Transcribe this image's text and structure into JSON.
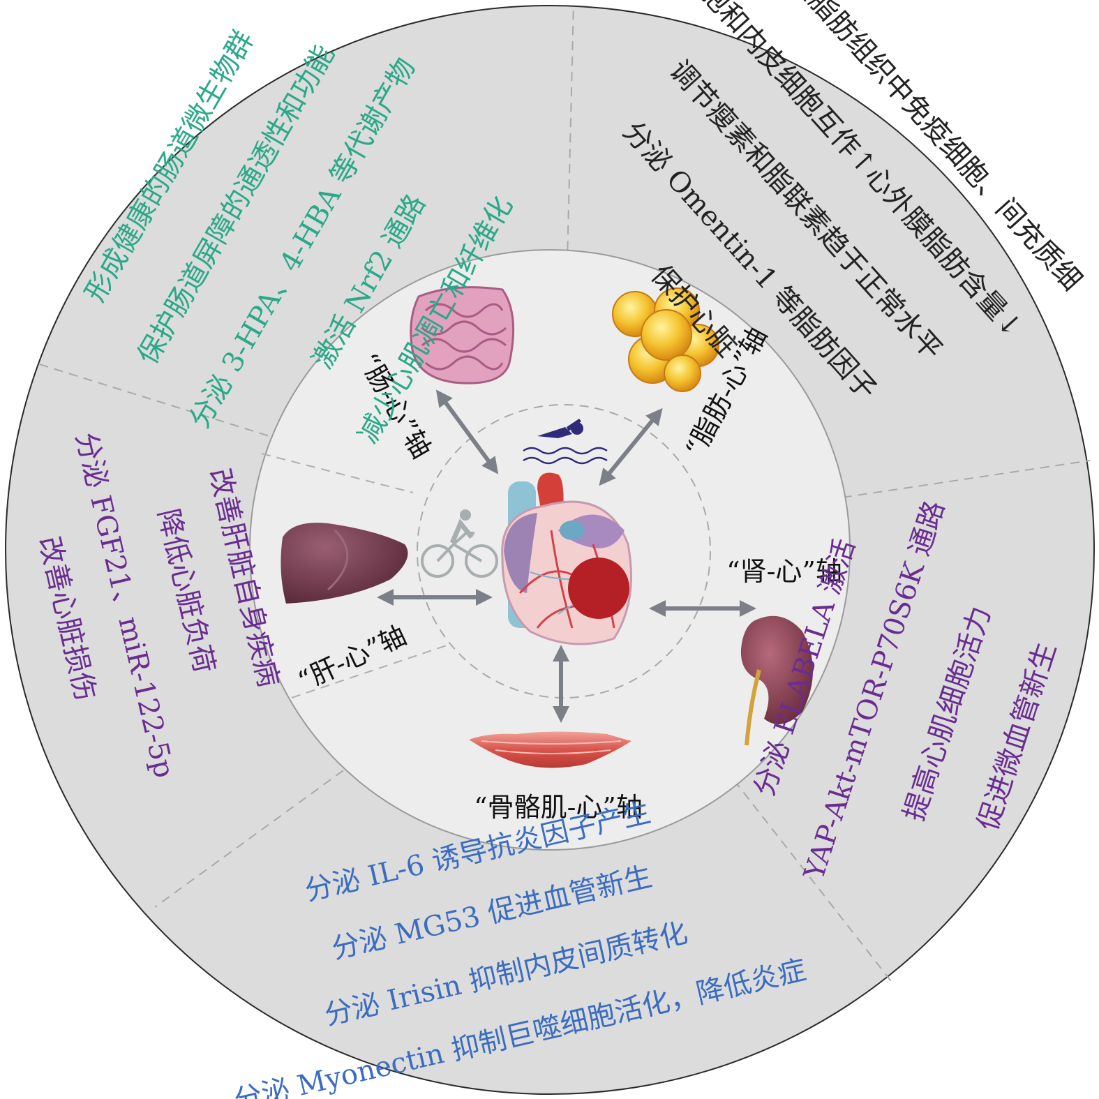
{
  "center": {
    "heart_icon": "heart-icon",
    "swimming_icon": "swimmer-icon",
    "cycling_icon": "cyclist-icon"
  },
  "axes": {
    "gut": "“肠-心”轴",
    "fat": "“脂肪-心”轴",
    "kidney": "“肾-心”轴",
    "muscle": "“骨骼肌-心”轴",
    "liver": "“肝-心”轴"
  },
  "sections": {
    "gut": {
      "color": "#2aa889",
      "lines": [
        "形成健康的肠道微生物群",
        "保护肠道屏障的通透性和功能",
        "分泌 3-HPA、4-HBA 等代谢产物",
        "激活 Nrf2 通路",
        "减少心肌凋亡和纤维化"
      ]
    },
    "fat": {
      "color": "#222222",
      "lines": [
        "心外膜脂肪组织中免疫细胞、间充质细",
        "胞和内皮细胞互作↑心外膜脂肪含量↓",
        "调节瘦素和脂联素趋于正常水平",
        "分泌 Omentin-1 等脂肪因子",
        "保护心脏"
      ]
    },
    "kidney": {
      "color": "#6a2c91",
      "lines": [
        "分泌 ELABELA 激活",
        "YAP-Akt-mTOR-P70S6K 通路",
        "提高心肌细胞活力",
        "促进微血管新生"
      ]
    },
    "muscle": {
      "color": "#3a6cc0",
      "lines": [
        "分泌 IL-6 诱导抗炎因子产生",
        "分泌 MG53 促进血管新生",
        "分泌 Irisin 抑制内皮间质转化",
        "分泌 Myonectin 抑制巨噬细胞活化，降低炎症"
      ]
    },
    "liver": {
      "color": "#6a2c91",
      "lines": [
        "改善肝脏自身疾病",
        "降低心脏负荷",
        "分泌 FGF21、miR-122-5p",
        "改善心脏损伤"
      ]
    }
  }
}
